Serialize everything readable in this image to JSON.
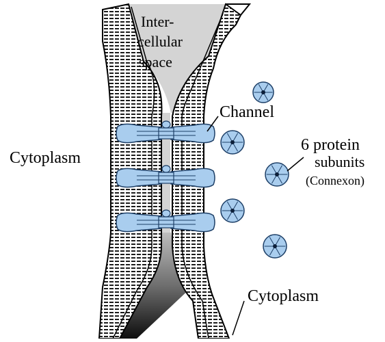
{
  "labels": {
    "cytoplasm_left": "Cytoplasm",
    "cytoplasm_right": "Cytoplasm",
    "channel": "Channel",
    "intercellular_line1": "Inter-",
    "intercellular_line2": "cellular",
    "intercellular_line3": "space",
    "subunits_line1": "6 protein",
    "subunits_line2": "subunits",
    "subunits_line3": "(Connexon)"
  },
  "colors": {
    "membrane_fill": "#ffffff",
    "membrane_stripe": "#1a1a1a",
    "connexon_blue": "#a9cdee",
    "connexon_outline": "#1c3e66",
    "space_gray": "#d4d4d4"
  }
}
